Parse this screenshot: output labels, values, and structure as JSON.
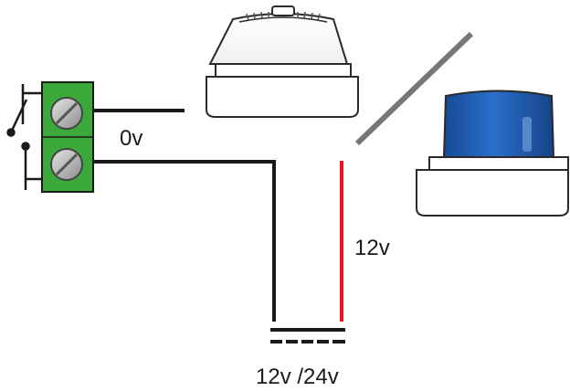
{
  "labels": {
    "zero_volt": "0v",
    "twelve_volt": "12v",
    "supply": "12v /24v"
  },
  "colors": {
    "terminal_block": "#3aa83a",
    "screw": "#b8b8b8",
    "wire_black": "#1a1a1a",
    "wire_red": "#e01b24",
    "bridge_wire": "#777777",
    "sounder_body": "#ffffff",
    "beacon_lens": "#1f5fb5"
  },
  "icons": [
    "switch-icon",
    "terminal-block-icon",
    "sounder-icon",
    "beacon-icon",
    "dc-supply-symbol"
  ]
}
